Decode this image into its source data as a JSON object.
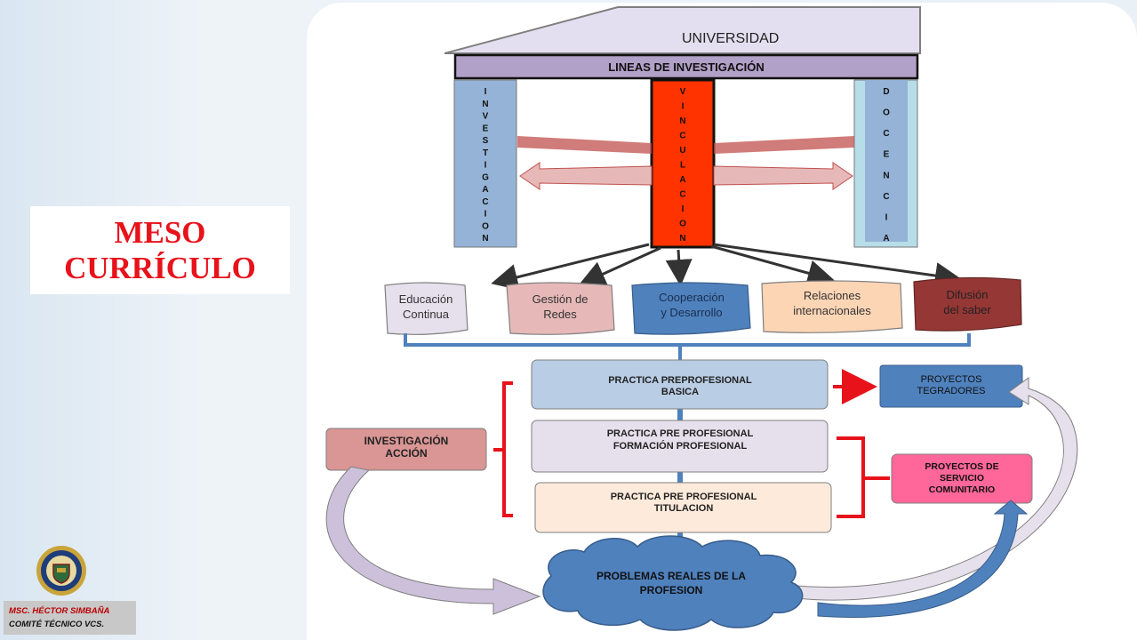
{
  "slide": {
    "title_line1": "MESO",
    "title_line2": "CURRÍCULO",
    "author_name": "MSC. HÉCTOR SIMBAÑA",
    "author_role": "COMITÉ TÉCNICO VCS."
  },
  "diagram": {
    "roof_label": "UNIVERSIDAD",
    "lintel_label": "LINEAS DE INVESTIGACIÓN",
    "pillars": [
      {
        "label": "INVESTIGACION",
        "color": "#95b3d7"
      },
      {
        "label": "VINCULACION",
        "color": "#ff3300"
      },
      {
        "label": "DOCENCIA",
        "color": "#b7dde8"
      }
    ],
    "branches": [
      {
        "line1": "Educación",
        "line2": "Continua",
        "color": "#e6e0ec"
      },
      {
        "line1": "Gestión de",
        "line2": "Redes",
        "color": "#e6b9b8"
      },
      {
        "line1": "Cooperación",
        "line2": "y Desarrollo",
        "color": "#4f81bd"
      },
      {
        "line1": "Relaciones",
        "line2": "internacionales",
        "color": "#fcd5b5"
      },
      {
        "line1": "Difusión",
        "line2": "del saber",
        "color": "#953735"
      }
    ],
    "practices": [
      {
        "line1": "PRACTICA  PREPROFESIONAL",
        "line2": "BASICA",
        "color": "#b9cde5"
      },
      {
        "line1": "PRACTICA  PRE PROFESIONAL",
        "line2": "FORMACIÓN  PROFESIONAL",
        "color": "#e6e0ec"
      },
      {
        "line1": "PRACTICA  PRE PROFESIONAL",
        "line2": "TITULACION",
        "color": "#fdeada"
      }
    ],
    "investigacion_accion": {
      "line1": "INVESTIGACIÓN",
      "line2": "ACCIÓN"
    },
    "proyectos_integradores": {
      "line1": "PROYECTOS",
      "line2": "TEGRADORES"
    },
    "proyectos_servicio": {
      "line1": "PROYECTOS  DE",
      "line2": "SERVICIO",
      "line3": "COMUNITARIO"
    },
    "problemas": {
      "line1": "PROBLEMAS REALES DE LA",
      "line2": "PROFESION"
    }
  }
}
